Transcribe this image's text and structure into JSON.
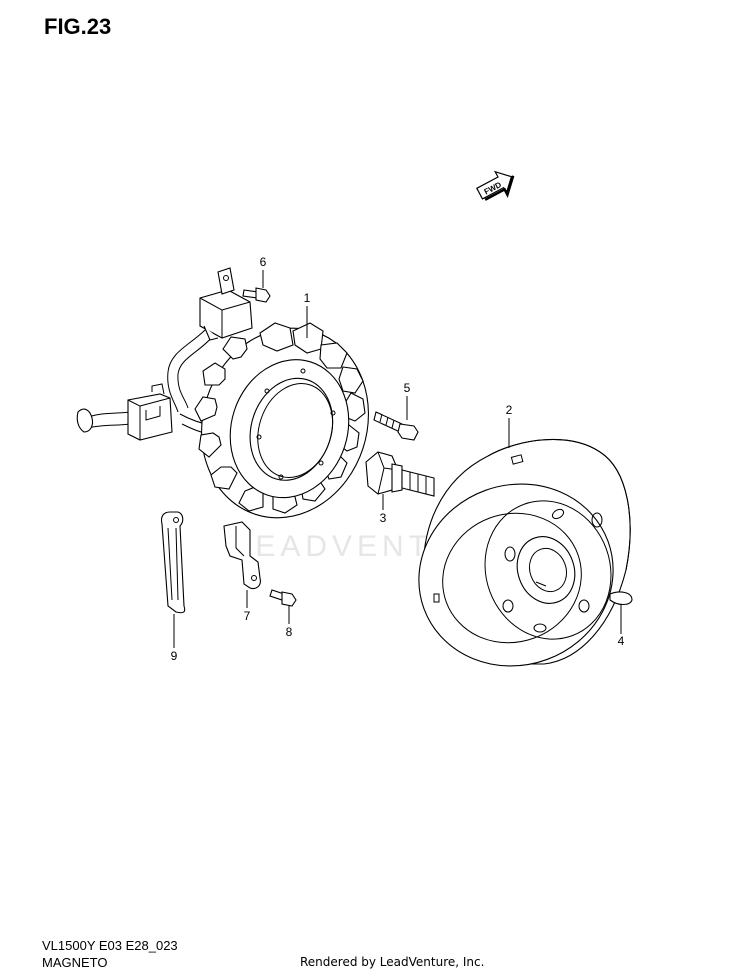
{
  "figure": {
    "title": "FIG.23"
  },
  "watermark": {
    "text": "LEADVENTURE"
  },
  "fwd_badge": {
    "label": "FWD"
  },
  "callouts": [
    {
      "number": "1",
      "part": "stator"
    },
    {
      "number": "2",
      "part": "rotor"
    },
    {
      "number": "3",
      "part": "rotor-bolt"
    },
    {
      "number": "4",
      "part": "key"
    },
    {
      "number": "5",
      "part": "stator-screw"
    },
    {
      "number": "6",
      "part": "clamp-screw"
    },
    {
      "number": "7",
      "part": "clamp"
    },
    {
      "number": "8",
      "part": "clamp-screw"
    },
    {
      "number": "9",
      "part": "wire-clamp"
    }
  ],
  "footer": {
    "code": "VL1500Y E03 E28_023",
    "name": "MAGNETO",
    "rendered_by": "Rendered by LeadVenture, Inc."
  }
}
